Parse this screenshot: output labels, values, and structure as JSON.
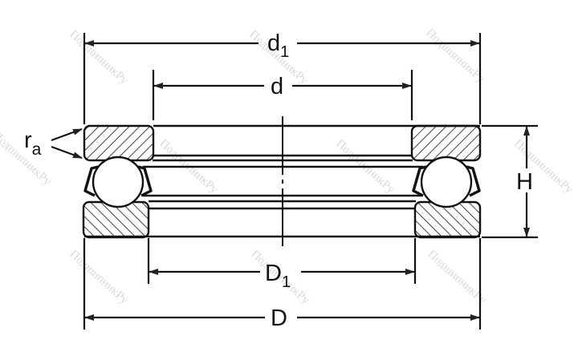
{
  "diagram": {
    "type": "thrust ball bearing cross-section (technical drawing)",
    "colors": {
      "line": "#111111",
      "background": "#ffffff",
      "watermark": "#d9d9d9"
    },
    "dimensions": {
      "d1": {
        "label": "d",
        "subscript": "1",
        "description": "outer diameter of shaft washer"
      },
      "d": {
        "label": "d",
        "subscript": "",
        "description": "bore diameter"
      },
      "D1": {
        "label": "D",
        "subscript": "1",
        "description": "inner diameter of housing washer"
      },
      "D": {
        "label": "D",
        "subscript": "",
        "description": "outside diameter"
      },
      "H": {
        "label": "H",
        "subscript": "",
        "description": "bearing height"
      },
      "ra": {
        "label": "r",
        "subscript": "a",
        "description": "fillet radius"
      }
    },
    "components": [
      {
        "name": "shaft-washer",
        "hatch": "forward"
      },
      {
        "name": "balls-with-cage",
        "count_visible": 2
      },
      {
        "name": "housing-washer",
        "hatch": "backward"
      }
    ],
    "watermark": {
      "text": "ПодшипникРу"
    }
  }
}
